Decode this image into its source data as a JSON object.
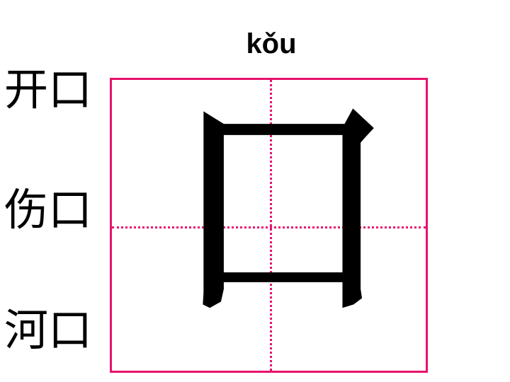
{
  "pinyin": "kǒu",
  "character": "口",
  "words": [
    "开口",
    "伤口",
    "河口"
  ],
  "colors": {
    "grid_line": "#e8126c",
    "text": "#000000",
    "background": "#ffffff"
  }
}
